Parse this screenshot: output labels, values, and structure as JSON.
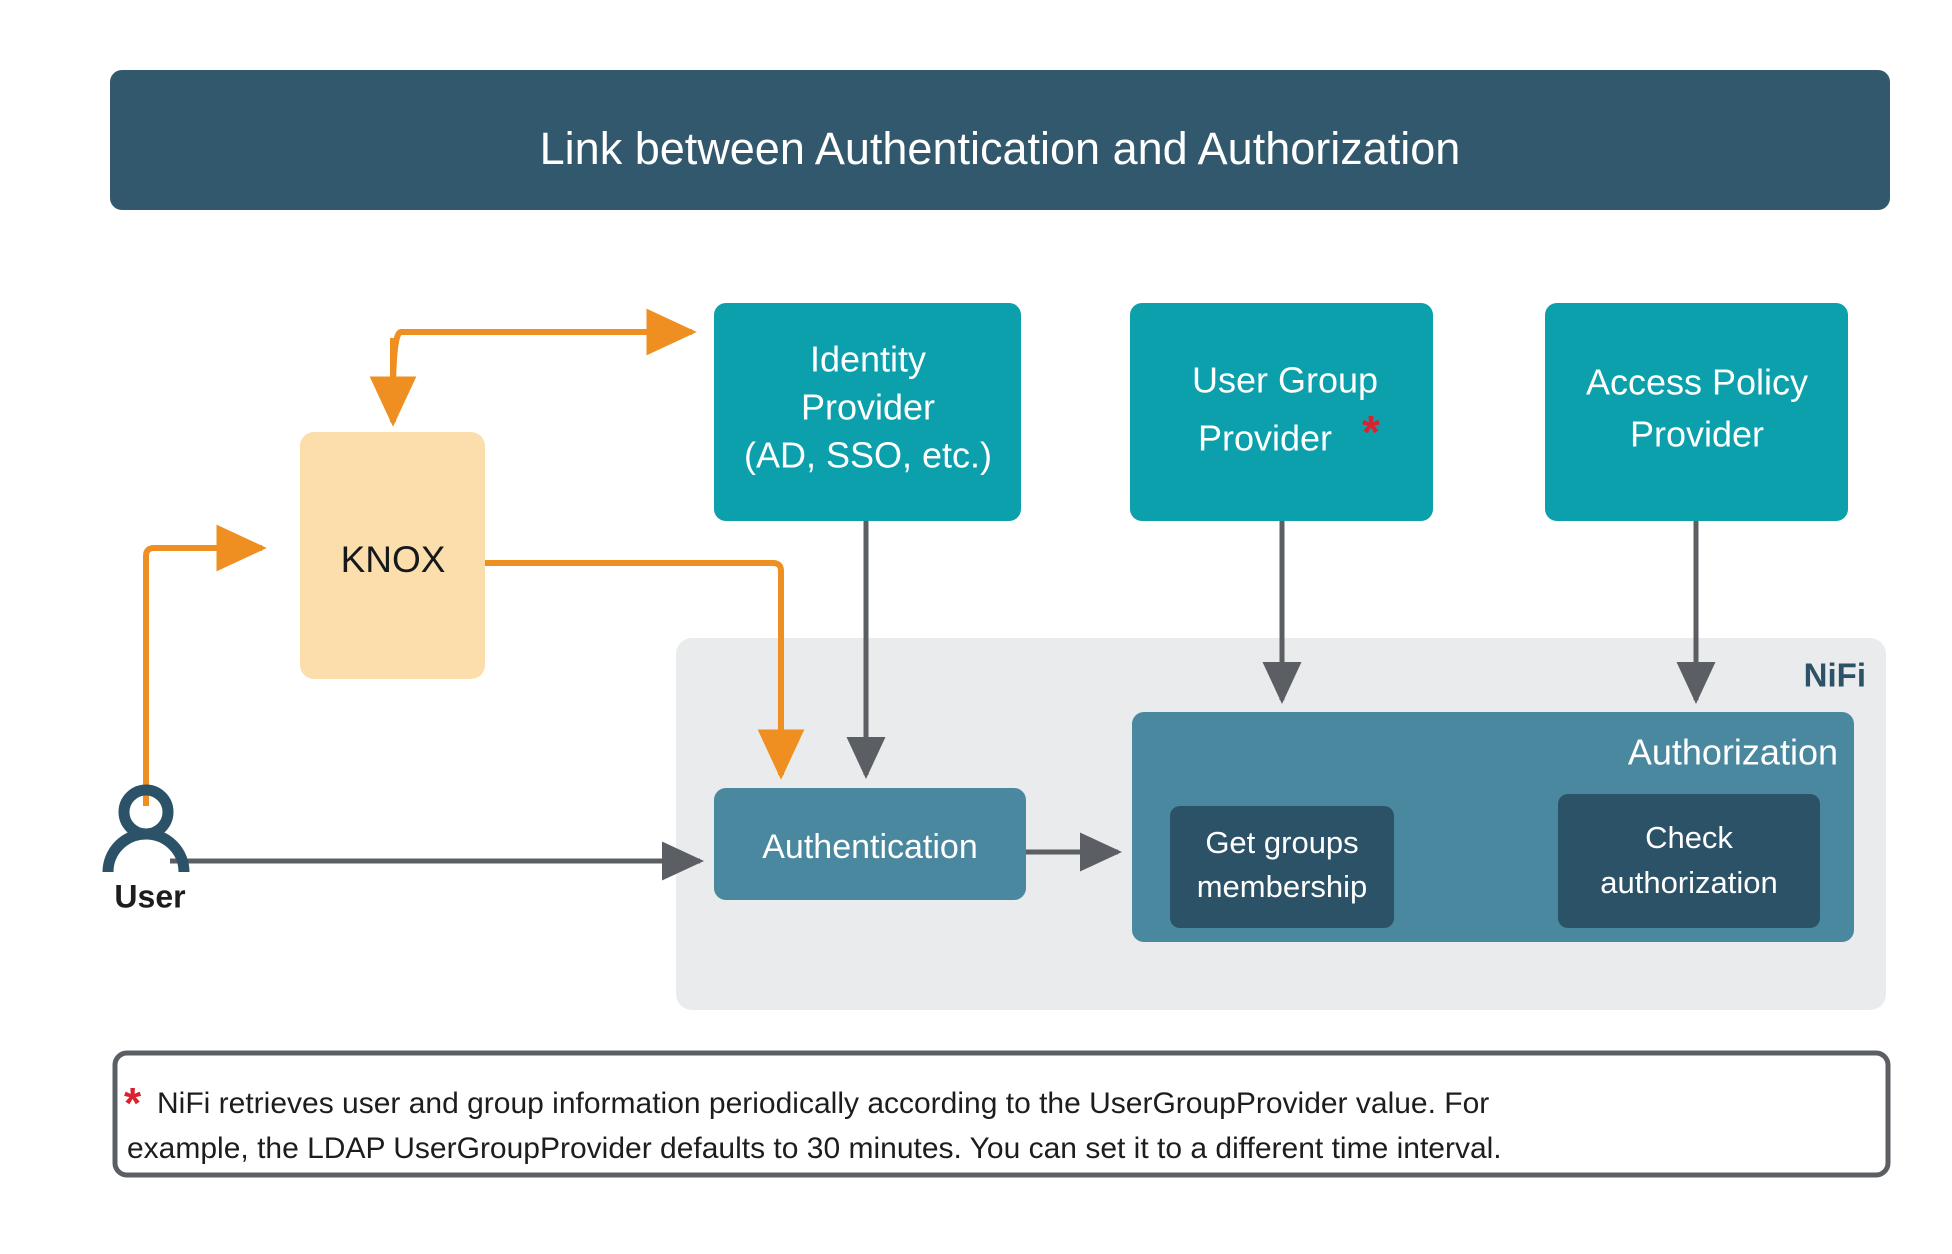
{
  "banner": {
    "title": "Link between Authentication and Authorization",
    "bg_color": "#31586c"
  },
  "colors": {
    "banner": "#31586c",
    "provider_teal": "#0ba0ac",
    "knox_peach": "#fcdeac",
    "knox_text": "#16191c",
    "steel_blue": "#4a88a0",
    "dark_slate": "#2c5268",
    "nifi_bg": "#eaebec",
    "arrow_orange": "#ef8f22",
    "arrow_gray": "#5b5f63",
    "footnote_border": "#5b5f63",
    "asterisk_red": "#d8232f",
    "user_icon": "#2c5268"
  },
  "actors": {
    "user": {
      "label": "User",
      "icon": "user-avatar-icon"
    }
  },
  "nodes": {
    "knox": {
      "label": "KNOX"
    },
    "identity_provider": {
      "lines": [
        "Identity",
        "Provider",
        "(AD, SSO, etc.)"
      ]
    },
    "user_group_provider": {
      "lines": [
        "User Group",
        "Provider"
      ],
      "footnote_marker": "*"
    },
    "access_policy_provider": {
      "lines": [
        "Access Policy",
        "Provider"
      ]
    },
    "authentication": {
      "label": "Authentication"
    },
    "authorization": {
      "label": "Authorization",
      "steps": [
        {
          "lines": [
            "Get groups",
            "membership"
          ]
        },
        {
          "lines": [
            "Check",
            "authorization"
          ]
        }
      ]
    },
    "nifi_container": {
      "label": "NiFi"
    }
  },
  "footnote": {
    "marker": "*",
    "lines": [
      "NiFi retrieves user and group information periodically according to the UserGroupProvider value. For",
      "example, the LDAP UserGroupProvider defaults to 30 minutes. You can set it to a different time interval."
    ]
  }
}
